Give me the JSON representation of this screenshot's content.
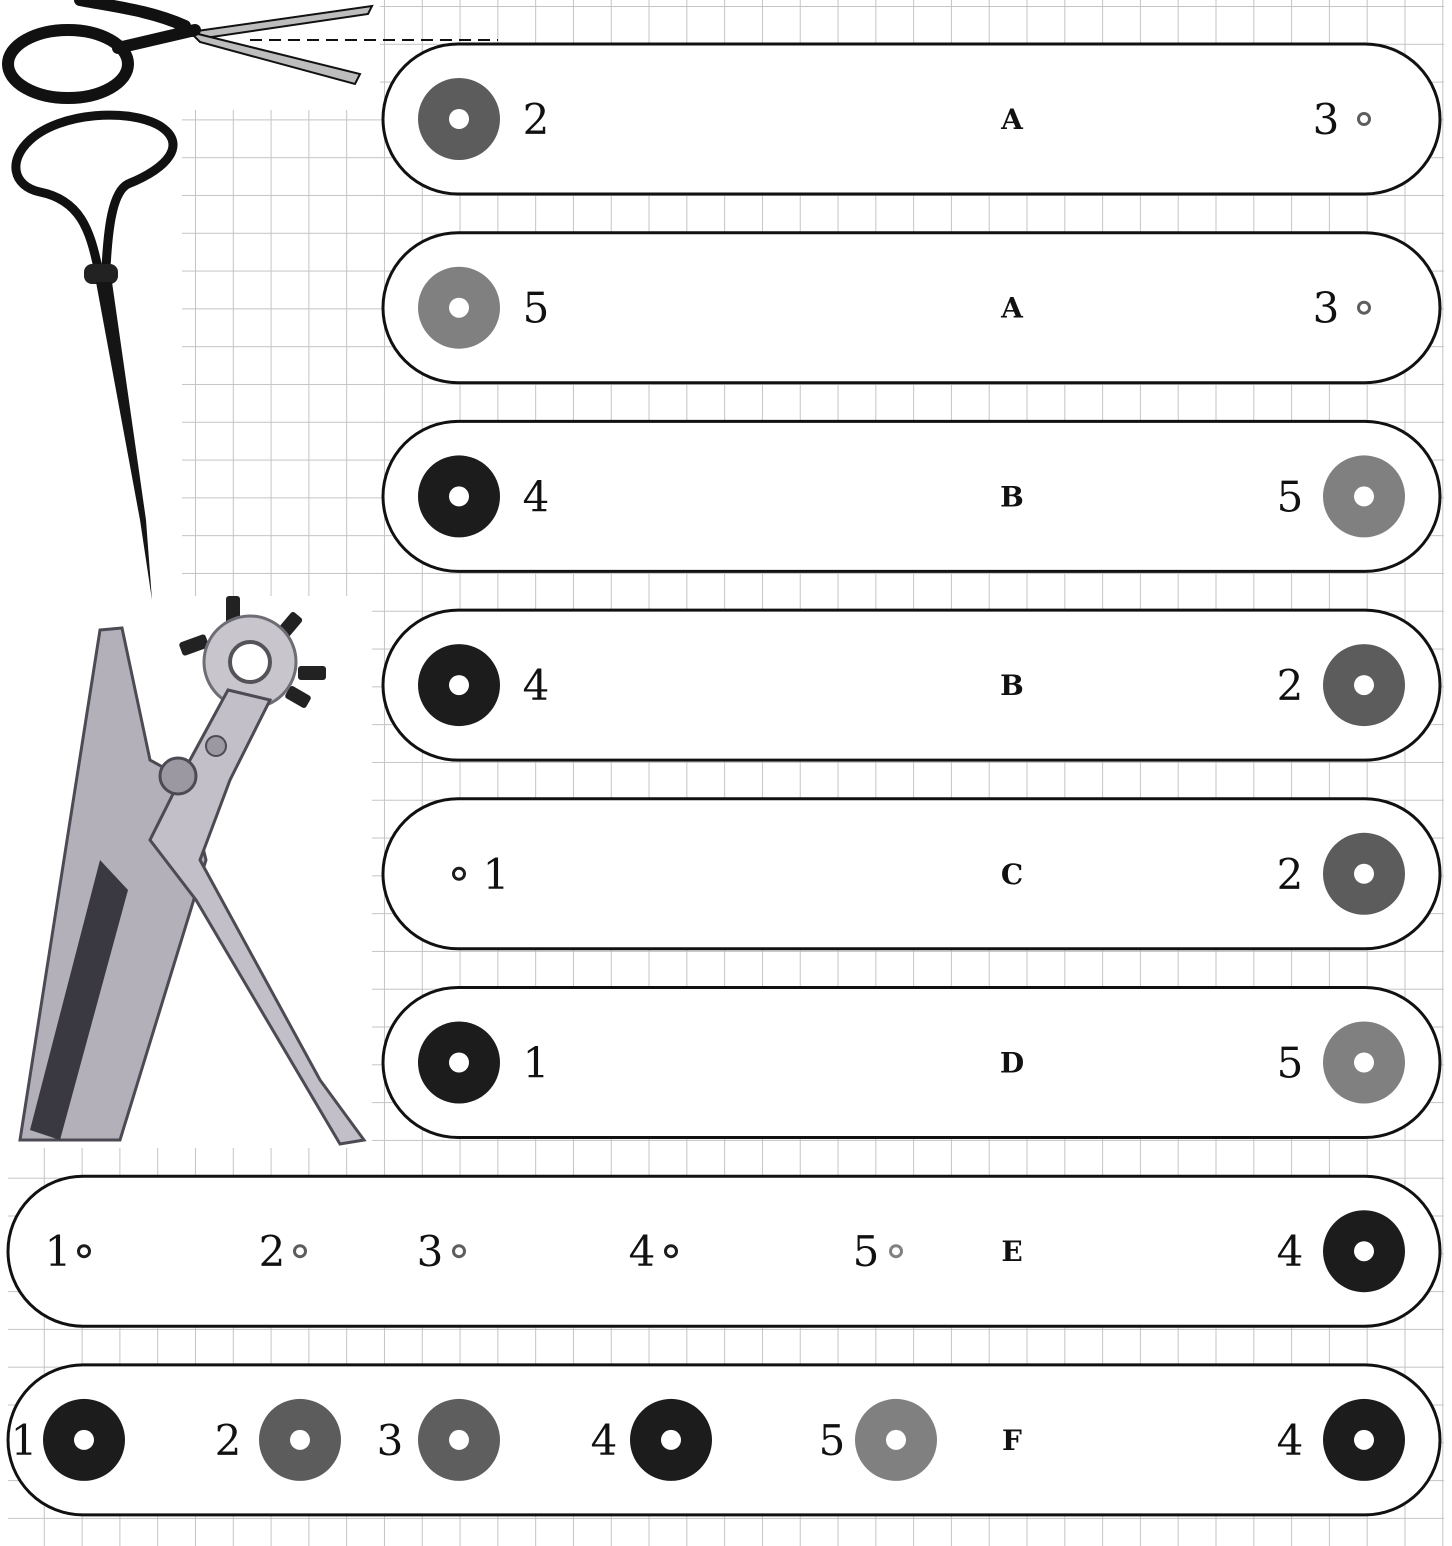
{
  "sizes": {
    "1": {
      "color": "#1c1c1c"
    },
    "2": {
      "color": "#5c5c5c"
    },
    "3": {
      "color": "#5e5e5e"
    },
    "4": {
      "color": "#1c1c1c"
    },
    "5": {
      "color": "#808080"
    }
  },
  "straps": [
    {
      "letter": "A",
      "rows": "short",
      "holes": [
        {
          "num": "2",
          "kind": "washer",
          "size": "2",
          "side": "left"
        },
        {
          "num": "3",
          "kind": "dot",
          "size": "3",
          "side": "right"
        }
      ]
    },
    {
      "letter": "A",
      "rows": "short",
      "holes": [
        {
          "num": "5",
          "kind": "washer",
          "size": "5",
          "side": "left"
        },
        {
          "num": "3",
          "kind": "dot",
          "size": "3",
          "side": "right"
        }
      ]
    },
    {
      "letter": "B",
      "rows": "short",
      "holes": [
        {
          "num": "4",
          "kind": "washer",
          "size": "4",
          "side": "left"
        },
        {
          "num": "5",
          "kind": "washer",
          "size": "5",
          "side": "right"
        }
      ]
    },
    {
      "letter": "B",
      "rows": "short",
      "holes": [
        {
          "num": "4",
          "kind": "washer",
          "size": "4",
          "side": "left"
        },
        {
          "num": "2",
          "kind": "washer",
          "size": "2",
          "side": "right"
        }
      ]
    },
    {
      "letter": "C",
      "rows": "short",
      "holes": [
        {
          "num": "1",
          "kind": "dot",
          "size": "1",
          "side": "left"
        },
        {
          "num": "2",
          "kind": "washer",
          "size": "2",
          "side": "right"
        }
      ]
    },
    {
      "letter": "D",
      "rows": "short",
      "holes": [
        {
          "num": "1",
          "kind": "washer",
          "size": "1",
          "side": "left"
        },
        {
          "num": "5",
          "kind": "washer",
          "size": "5",
          "side": "right"
        }
      ]
    },
    {
      "letter": "E",
      "rows": "long",
      "holes": [
        {
          "num": "1",
          "kind": "dot",
          "size": "1"
        },
        {
          "num": "2",
          "kind": "dot",
          "size": "2"
        },
        {
          "num": "3",
          "kind": "dot",
          "size": "3"
        },
        {
          "num": "4",
          "kind": "dot",
          "size": "4"
        },
        {
          "num": "5",
          "kind": "dot",
          "size": "5"
        },
        {
          "num": "4",
          "kind": "washer",
          "size": "4",
          "side": "right"
        }
      ]
    },
    {
      "letter": "F",
      "rows": "long",
      "holes": [
        {
          "num": "1",
          "kind": "washer",
          "size": "1"
        },
        {
          "num": "2",
          "kind": "washer",
          "size": "2"
        },
        {
          "num": "3",
          "kind": "washer",
          "size": "3"
        },
        {
          "num": "4",
          "kind": "washer",
          "size": "4"
        },
        {
          "num": "5",
          "kind": "washer",
          "size": "5"
        },
        {
          "num": "4",
          "kind": "washer",
          "size": "4",
          "side": "right"
        }
      ]
    }
  ],
  "tools": [
    {
      "name": "scissors",
      "icon": "scissors-icon"
    },
    {
      "name": "awl",
      "icon": "awl-icon"
    },
    {
      "name": "rotary punch pliers",
      "icon": "hole-punch-pliers-icon"
    }
  ]
}
